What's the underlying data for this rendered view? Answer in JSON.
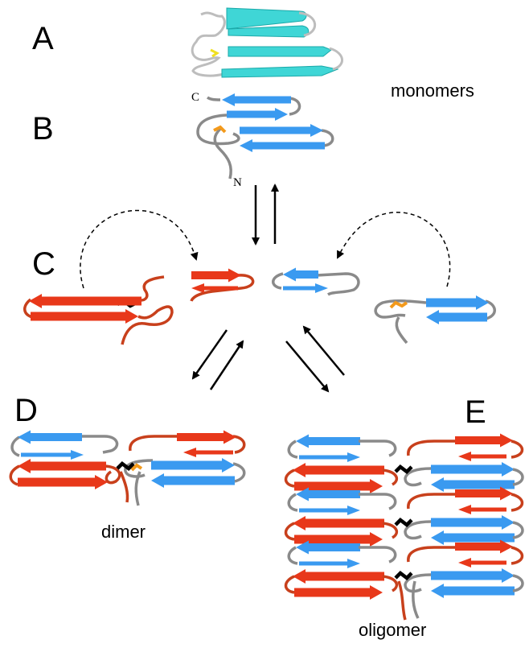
{
  "panels": {
    "a": "A",
    "b": "B",
    "c": "C",
    "d": "D",
    "e": "E"
  },
  "captions": {
    "monomers": "monomers",
    "dimer": "dimer",
    "oligomer": "oligomer"
  },
  "termini": {
    "c_terminus": "C",
    "n_terminus": "N"
  },
  "colors": {
    "cyan_strand": "#3fd6d6",
    "blue_strand": "#3a9af0",
    "red_strand": "#e8381a",
    "red_loop": "#c8401c",
    "gray_loop": "#8a8a8a",
    "disulfide_orange": "#f39a1c",
    "disulfide_yellow": "#f0e020",
    "disulfide_black": "#000000"
  }
}
